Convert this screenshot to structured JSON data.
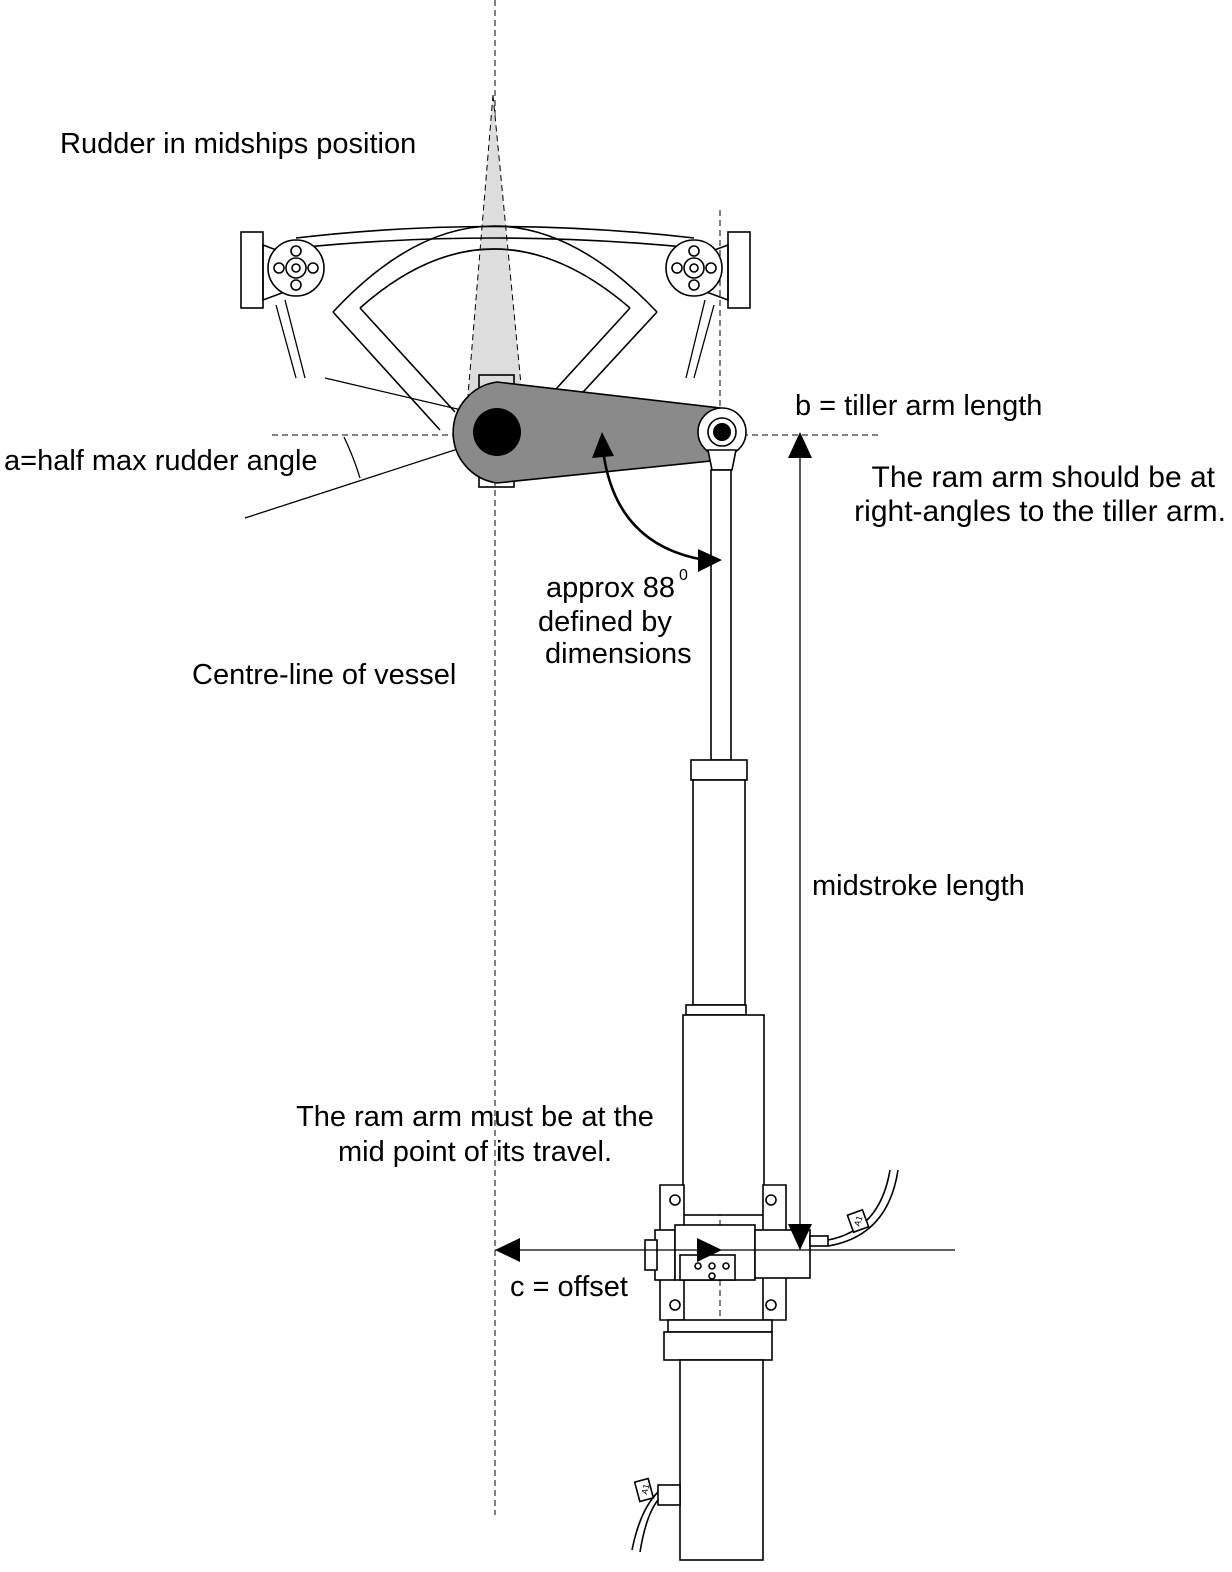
{
  "labels": {
    "rudder_position": "Rudder in midships position",
    "tiller_arm": "b = tiller arm length",
    "half_angle": "a=half max rudder angle",
    "right_angles_line1": "The ram arm should be at",
    "right_angles_line2": "right-angles to the tiller arm.",
    "approx_angle_prefix": "approx 88",
    "approx_angle_sup": "0",
    "approx_line2": "defined by",
    "approx_line3": "dimensions",
    "centre_line": "Centre-line of vessel",
    "midstroke": "midstroke length",
    "mid_point_line1": "The ram arm must be at the",
    "mid_point_line2": "mid point of its travel.",
    "offset": "c = offset"
  },
  "cable_tags": [
    "A1",
    "A1"
  ],
  "colors": {
    "line": "#000000",
    "tiller_fill": "#8a8a8a",
    "rudder_shade": "#dddddd",
    "background": "#ffffff"
  }
}
